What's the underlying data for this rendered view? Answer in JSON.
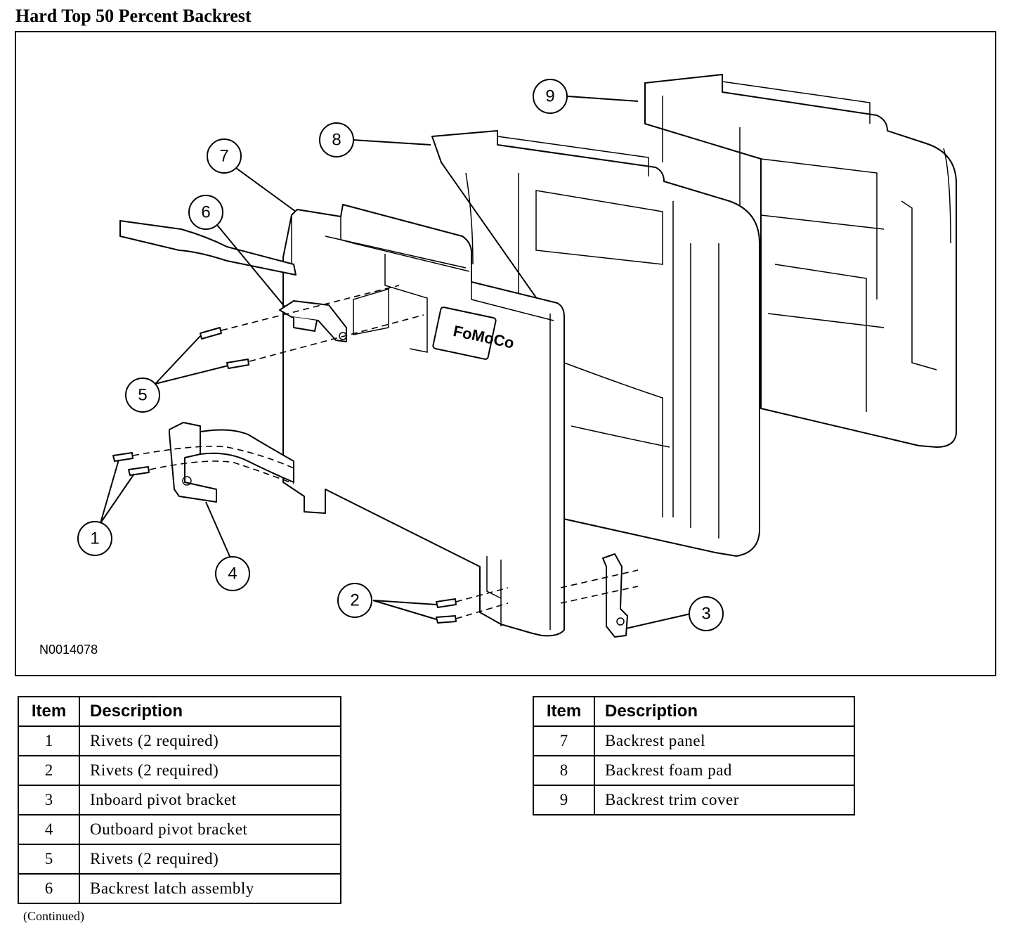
{
  "title": "Hard Top 50 Percent Backrest",
  "figure_id": "N0014078",
  "logo_text": "FoMoCo",
  "callouts": [
    "1",
    "2",
    "3",
    "4",
    "5",
    "6",
    "7",
    "8",
    "9"
  ],
  "table_header": {
    "item": "Item",
    "description": "Description"
  },
  "legend_left": [
    {
      "item": "1",
      "description": "Rivets (2 required)"
    },
    {
      "item": "2",
      "description": "Rivets (2 required)"
    },
    {
      "item": "3",
      "description": "Inboard pivot bracket"
    },
    {
      "item": "4",
      "description": "Outboard pivot bracket"
    },
    {
      "item": "5",
      "description": "Rivets (2 required)"
    },
    {
      "item": "6",
      "description": "Backrest latch assembly"
    }
  ],
  "legend_right": [
    {
      "item": "7",
      "description": "Backrest panel"
    },
    {
      "item": "8",
      "description": "Backrest foam pad"
    },
    {
      "item": "9",
      "description": "Backrest trim cover"
    }
  ],
  "continued": "(Continued)"
}
